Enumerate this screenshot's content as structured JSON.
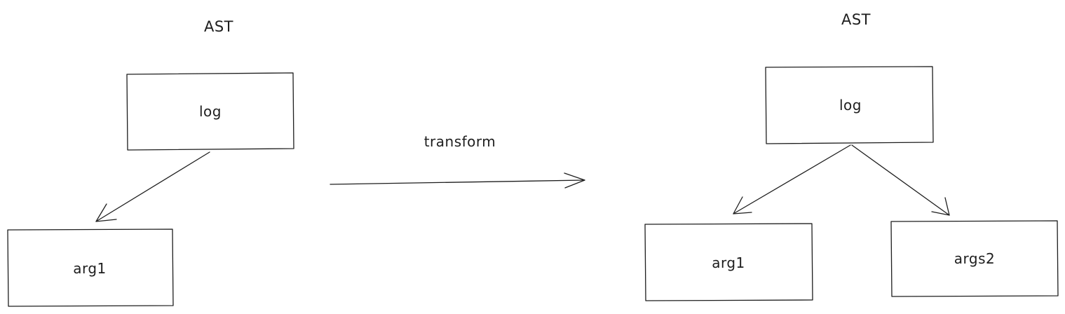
{
  "diagram": {
    "left_tree": {
      "title": "AST",
      "root": "log",
      "children": [
        "arg1"
      ]
    },
    "transform_label": "transform",
    "right_tree": {
      "title": "AST",
      "root": "log",
      "children": [
        "arg1",
        "args2"
      ]
    },
    "stroke_color": "#1e1e1e",
    "background_color": "#ffffff"
  }
}
